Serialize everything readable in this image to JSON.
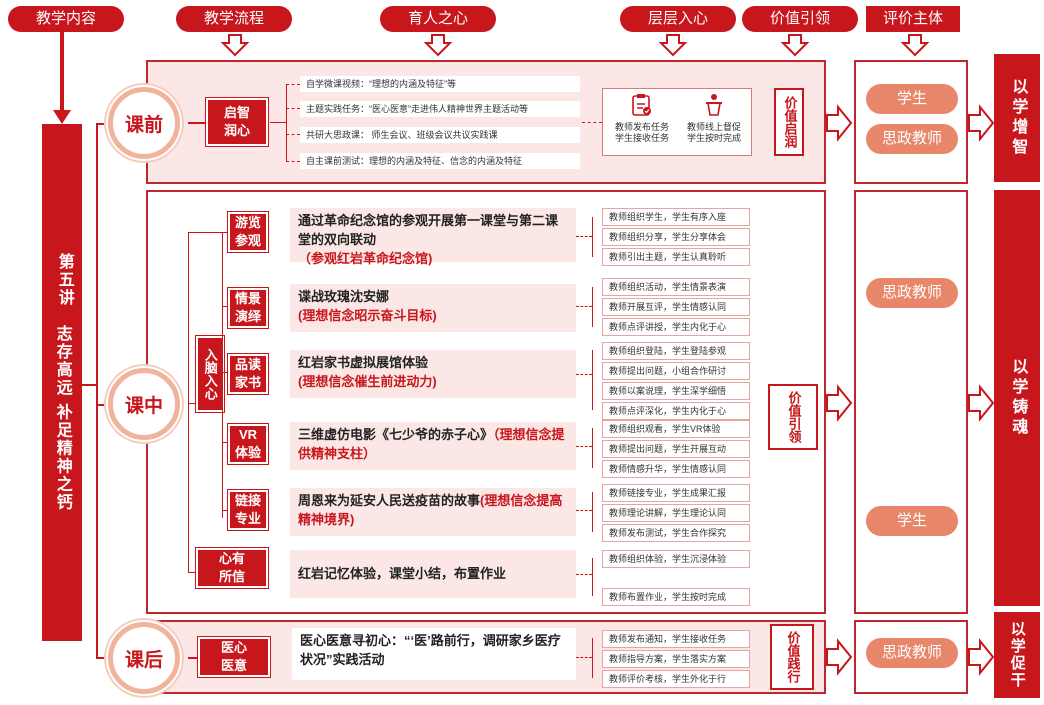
{
  "headers": {
    "content": "教学内容",
    "process": "教学流程",
    "education": "育人之心",
    "layers": "层层入心",
    "value": "价值引领",
    "evaluation": "评价主体"
  },
  "left_bar": {
    "lines": [
      "第五讲",
      "志存高远  补足精神之钙"
    ]
  },
  "stages": {
    "pre": {
      "circle": "课前",
      "box": "启智\n润心",
      "items": [
        "自学微课视频：“理想的内涵及特征”等",
        "主题实践任务：“医心医意”走进伟人精神世界主题活动等",
        "共研大思政课：    师生会议、班级会议共议实践课",
        "自主课前测试：理想的内涵及特征、信念的内涵及特征"
      ],
      "icon_boxes": [
        {
          "icon": "clipboard-icon",
          "label": "教师发布任务\n学生接收任务"
        },
        {
          "icon": "podium-icon",
          "label": "教师线上督促\n学生按时完成"
        }
      ],
      "value": "价值启润",
      "roles": [
        "学生",
        "思政教师"
      ],
      "result": "以学增智"
    },
    "mid": {
      "circle": "课中",
      "side_label": "入脑入心",
      "activities": [
        {
          "box": "游览\n参观",
          "text": "通过革命纪念馆的参观开展第一课堂与第二课堂的双向联动",
          "red": "（参观红岩革命纪念馆)",
          "items": [
            "教师组织学生，学生有序入座",
            "教师组织分享，学生分享体会",
            "教师引出主题，学生认真聆听"
          ]
        },
        {
          "box": "情景\n演绎",
          "text": "谍战玫瑰沈安娜",
          "red": "(理想信念昭示奋斗目标)",
          "items": [
            "教师组织活动，学生情景表演",
            "教师开展互评，学生情感认同",
            "教师点评讲授，学生内化于心"
          ]
        },
        {
          "box": "品读\n家书",
          "text": "红岩家书虚拟展馆体验",
          "red": "(理想信念催生前进动力)",
          "items": [
            "教师组织登陆，学生登陆参观",
            "教师提出问题，小组合作研讨",
            "教师以案说理，学生深学细悟",
            "教师点评深化，学生内化于心"
          ]
        },
        {
          "box": "VR\n体验",
          "text": "三维虚仿电影《七少爷的赤子心》",
          "red": "（理想信念提供精神支柱）",
          "items": [
            "教师组织观看，学生VR体验",
            "教师提出问题，学生开展互动",
            "教师情感升华，学生情感认同"
          ]
        },
        {
          "box": "链接\n专业",
          "text": "周恩来为延安人民送疫苗的故事",
          "red": "(理想信念提高精神境界)",
          "items": [
            "教师链接专业，学生成果汇报",
            "教师理论讲解，学生理论认同",
            "教师发布测试，学生合作探究"
          ]
        },
        {
          "box": "心有\n所信",
          "text": "红岩记忆体验，课堂小结，布置作业",
          "red": "",
          "items": [
            "教师组织体验，学生沉浸体验",
            "教师布置作业，学生按时完成"
          ]
        }
      ],
      "value": "价值引领",
      "roles": [
        "思政教师",
        "学生"
      ],
      "result": "以学铸魂"
    },
    "post": {
      "circle": "课后",
      "box": "医心\n医意",
      "text": "医心医意寻初心：“‘医’路前行，调研家乡医疗状况”实践活动",
      "items": [
        "教师发布通知，学生接收任务",
        "教师指导方案，学生落实方案",
        "教师评价考核，学生外化于行"
      ],
      "value": "价值践行",
      "roles": [
        "思政教师"
      ],
      "result": "以学促干"
    }
  }
}
